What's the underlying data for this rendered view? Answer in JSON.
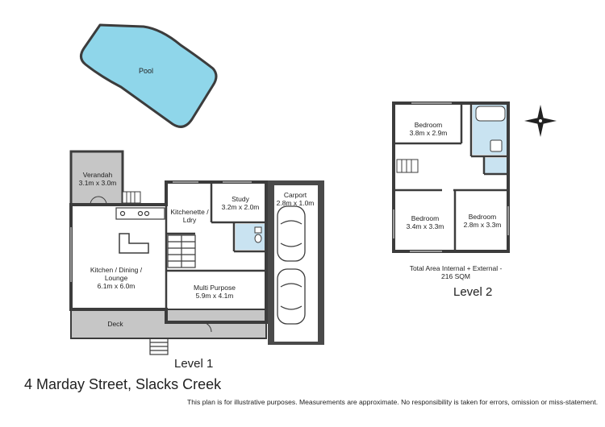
{
  "plan": {
    "address": "4 Marday Street, Slacks Creek",
    "disclaimer": "This plan is for illustrative purposes. Measurements are approximate. No responsibility is taken for errors, omission or miss-statement.",
    "total_area_line1": "Total Area Internal + External -",
    "total_area_line2": "216 SQM",
    "colors": {
      "pool": "#8fd6ea",
      "wall": "#3c3c3c",
      "outdoor": "#c6c6c6",
      "carport": "#4a4a4a",
      "wet": "#c9e3f1"
    }
  },
  "pool": {
    "label": "Pool"
  },
  "level1": {
    "title": "Level 1",
    "rooms": {
      "verandah": {
        "name": "Verandah",
        "size": "3.1m x 3.0m"
      },
      "kitchen": {
        "name1": "Kitchen / Dining /",
        "name2": "Lounge",
        "size": "6.1m x 6.0m"
      },
      "kitchenette": {
        "name1": "Kitchenette /",
        "name2": "Ldry"
      },
      "study": {
        "name": "Study",
        "size": "3.2m x 2.0m"
      },
      "carport": {
        "name": "Carport",
        "size": "2.8m x 1.0m"
      },
      "multi": {
        "name": "Multi Purpose",
        "size": "5.9m x 4.1m"
      },
      "deck": {
        "name": "Deck"
      }
    }
  },
  "level2": {
    "title": "Level 2",
    "rooms": {
      "bed1": {
        "name": "Bedroom",
        "size": "3.8m x 2.9m"
      },
      "bed2": {
        "name": "Bedroom",
        "size": "3.4m x 3.3m"
      },
      "bed3": {
        "name": "Bedroom",
        "size": "2.8m x 3.3m"
      }
    }
  }
}
